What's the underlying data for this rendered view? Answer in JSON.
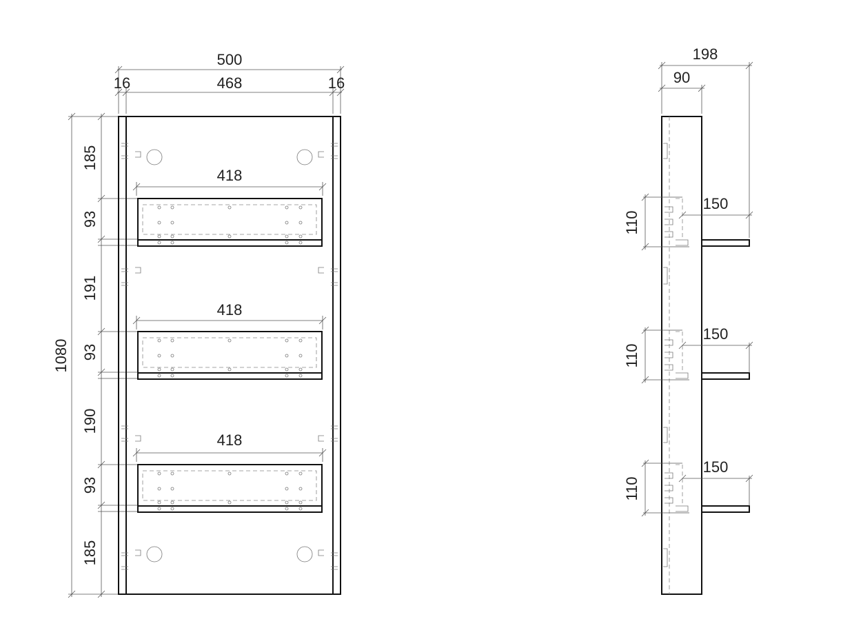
{
  "front_view": {
    "overall_width": "500",
    "inner_width": "468",
    "left_side": "16",
    "right_side": "16",
    "overall_height": "1080",
    "vertical_segments": [
      "185",
      "93",
      "191",
      "93",
      "190",
      "93",
      "185"
    ],
    "drawer_widths": [
      "418",
      "418",
      "418"
    ]
  },
  "side_view": {
    "overall_depth": "198",
    "cabinet_depth": "90",
    "drawer_heights": [
      "110",
      "110",
      "110"
    ],
    "drawer_extensions": [
      "150",
      "150",
      "150"
    ]
  },
  "colors": {
    "line": "#111111",
    "dimension": "#555555",
    "hidden": "#888888"
  }
}
